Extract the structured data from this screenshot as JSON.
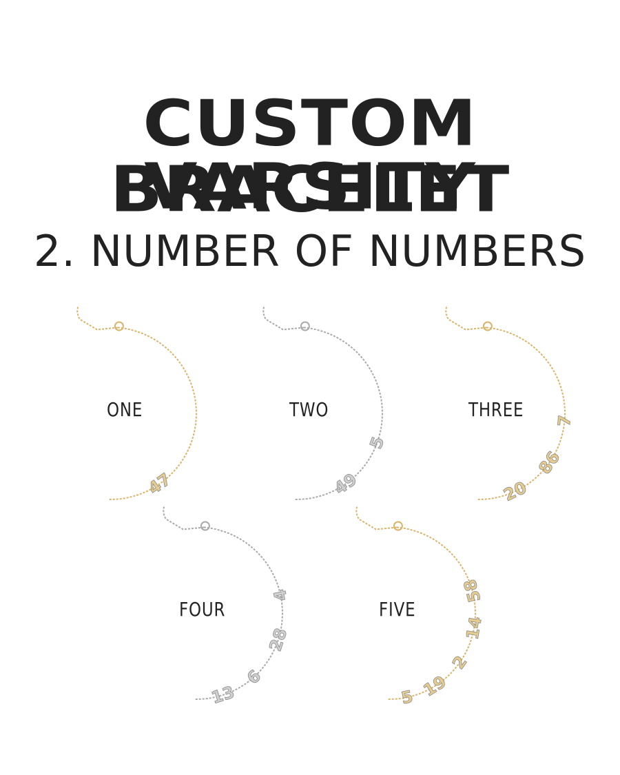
{
  "header": {
    "title_line1": "CUSTOM VARSITY",
    "title_line2": "BRACELET",
    "subtitle": "2. NUMBER OF NUMBERS"
  },
  "colors": {
    "gold_chain": "#d9b46a",
    "gold_charm": "#e6cc8f",
    "silver_chain": "#a9a9a9",
    "silver_charm": "#cfcfcf",
    "text": "#222222"
  },
  "options": [
    {
      "label": "ONE",
      "metal": "gold",
      "charms": [
        "47"
      ]
    },
    {
      "label": "TWO",
      "metal": "silver",
      "charms": [
        "49",
        "5"
      ]
    },
    {
      "label": "THREE",
      "metal": "gold",
      "charms": [
        "20",
        "86",
        "7"
      ]
    },
    {
      "label": "FOUR",
      "metal": "silver",
      "charms": [
        "13",
        "6",
        "28",
        "4"
      ]
    },
    {
      "label": "FIVE",
      "metal": "gold",
      "charms": [
        "5",
        "19",
        "2",
        "14",
        "58"
      ]
    }
  ]
}
